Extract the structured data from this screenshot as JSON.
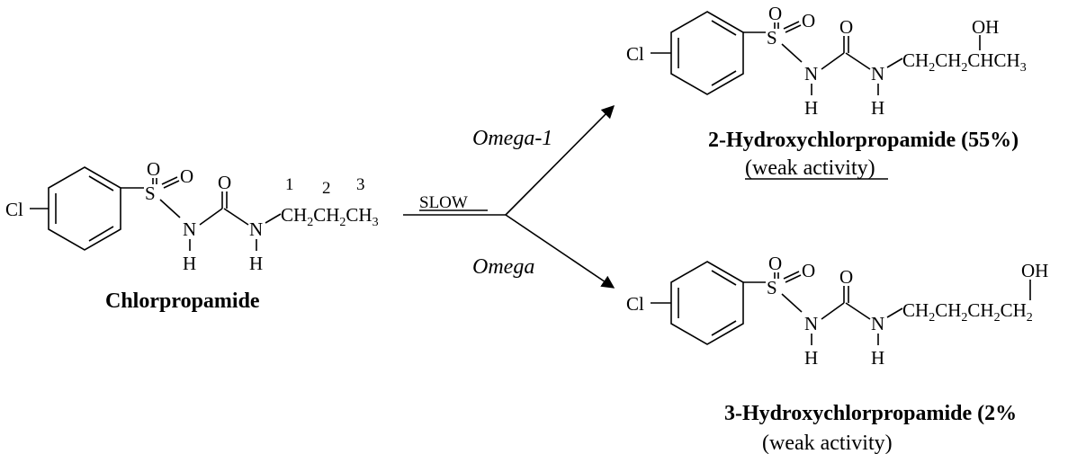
{
  "reactant": {
    "name": "Chlorpropamide",
    "cl": "Cl",
    "s": "S",
    "o1": "O",
    "o2": "O",
    "o3": "O",
    "n1": "N",
    "n2": "N",
    "h1": "H",
    "h2": "H",
    "chain": "CH",
    "chain_sub1": "2",
    "chain_mid": "CH",
    "chain_sub2": "2",
    "chain_end": "CH",
    "chain_sub3": "3",
    "pos1": "1",
    "pos2": "2",
    "pos3": "3"
  },
  "reaction": {
    "condition": "SLOW",
    "pathway_top": "Omega-1",
    "pathway_bottom": "Omega"
  },
  "product_top": {
    "name": "2-Hydroxychlorpropamide (55%)",
    "activity": "(weak activity)",
    "cl": "Cl",
    "s": "S",
    "o1": "O",
    "o2": "O",
    "o3": "O",
    "n1": "N",
    "n2": "N",
    "h1": "H",
    "h2": "H",
    "oh": "OH",
    "c1": "CH",
    "c1_sub": "2",
    "c2": "CH",
    "c2_sub": "2",
    "c3": "CHCH",
    "c3_sub": "3"
  },
  "product_bottom": {
    "name": "3-Hydroxychlorpropamide (2%",
    "activity": "(weak activity)",
    "cl": "Cl",
    "s": "S",
    "o1": "O",
    "o2": "O",
    "o3": "O",
    "n1": "N",
    "n2": "N",
    "h1": "H",
    "h2": "H",
    "oh": "OH",
    "c1": "CH",
    "c1_sub": "2",
    "c2": "CH",
    "c2_sub": "2",
    "c3": "CH",
    "c3_sub": "2",
    "c4": "CH",
    "c4_sub": "2"
  }
}
